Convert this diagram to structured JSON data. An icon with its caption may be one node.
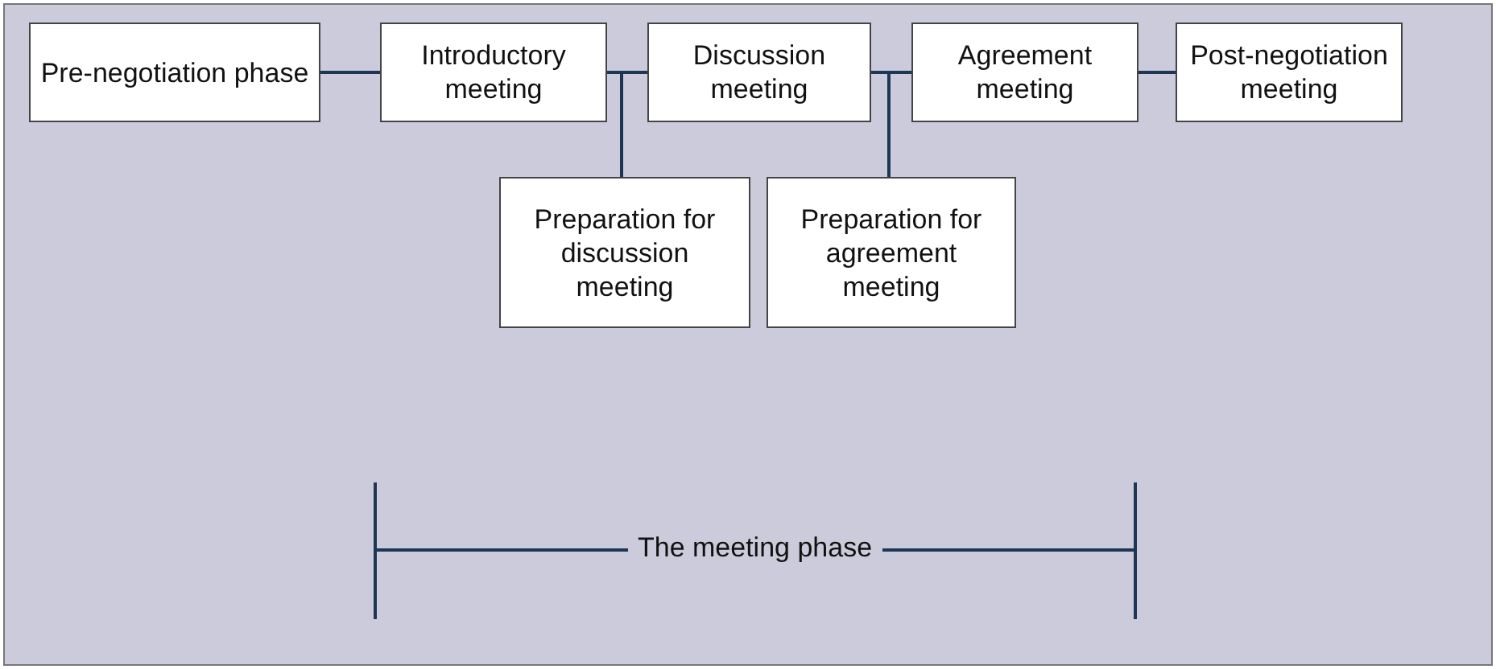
{
  "diagram": {
    "nodes": [
      {
        "text": [
          "Pre-negotiation phase"
        ]
      },
      {
        "text": [
          "Introductory meeting"
        ]
      },
      {
        "text": [
          "Discussion meeting"
        ]
      },
      {
        "text": [
          "Agreement meeting"
        ]
      },
      {
        "text": [
          "Post-negotiation meeting"
        ]
      },
      {
        "text": [
          "Preparation for discussion meeting"
        ]
      },
      {
        "text": [
          "Preparation for agreement meeting"
        ]
      }
    ],
    "edges": [
      {
        "from": 0,
        "to": 1,
        "arrow": "none"
      },
      {
        "from": 1,
        "to": 2,
        "arrow": "none"
      },
      {
        "from": 2,
        "to": 3,
        "arrow": "none"
      },
      {
        "from": 3,
        "to": 4,
        "arrow": "none"
      },
      {
        "from": 1,
        "to": 5,
        "arrow": "none"
      },
      {
        "from": 2,
        "to": 6,
        "arrow": "none"
      }
    ],
    "labels": [
      "The meeting phase"
    ]
  }
}
